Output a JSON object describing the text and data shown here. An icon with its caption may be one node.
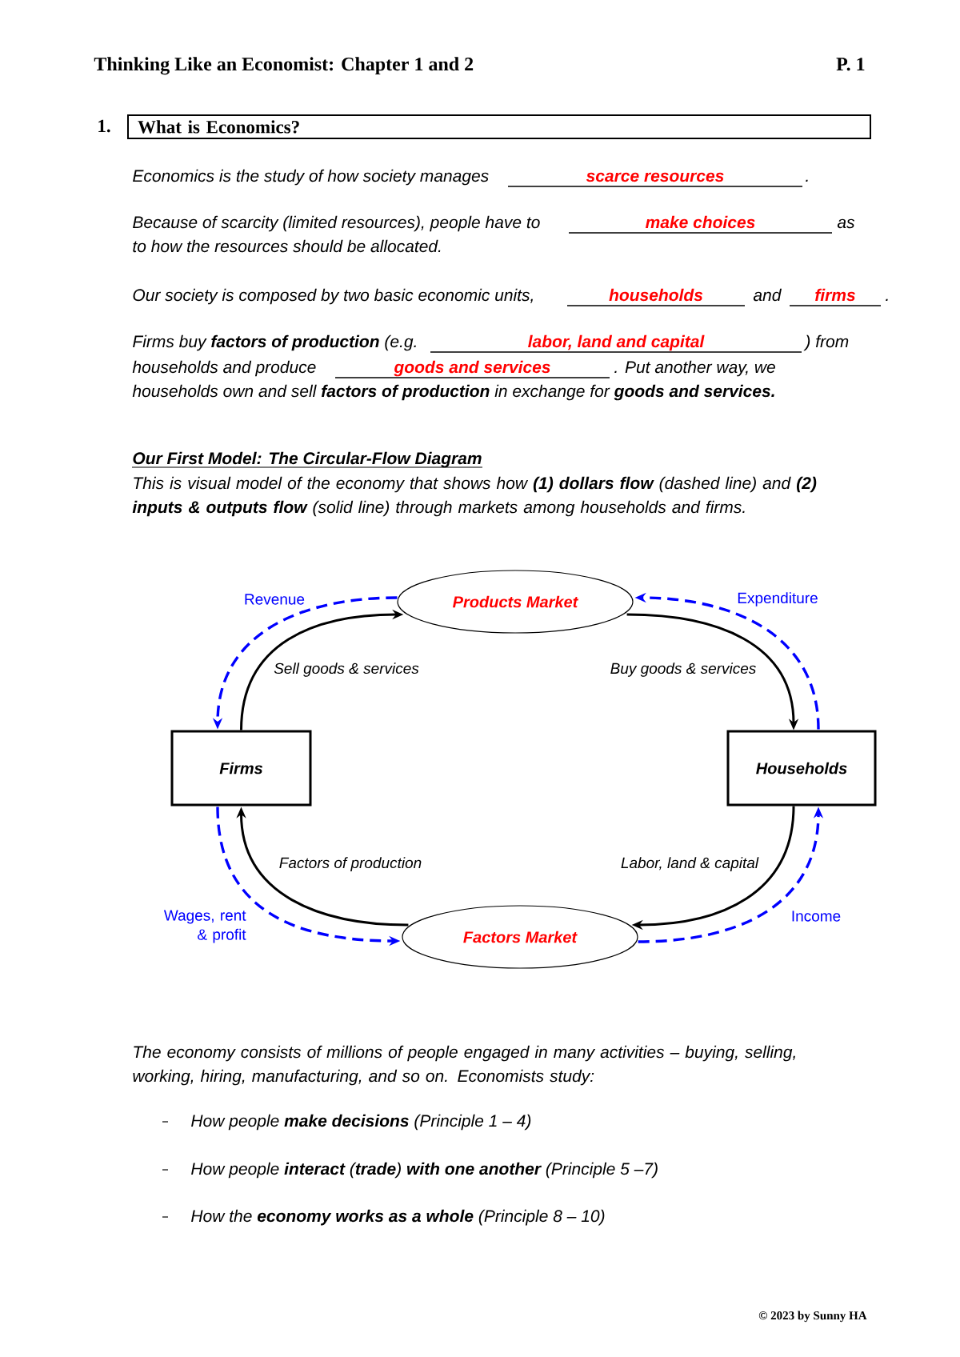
{
  "diagram": {
    "title": "Thinking Like an Economist: Chapter 1 and 2",
    "nodes": [
      {
        "text": [
          "What is Economics?"
        ],
        "beside": [
          "1."
        ]
      },
      {
        "text": [
          "Products Market"
        ]
      },
      {
        "text": [
          "Firms"
        ]
      },
      {
        "text": [
          "Households"
        ]
      },
      {
        "text": [
          "Factors Market"
        ]
      }
    ],
    "edges": [
      {
        "from": 2,
        "to": 1,
        "arrow": "to",
        "label": "Sell goods & services"
      },
      {
        "from": 1,
        "to": 2,
        "arrow": "to",
        "label": "Revenue",
        "style": "dashed",
        "color": "#0000ff"
      },
      {
        "from": 1,
        "to": 3,
        "arrow": "to",
        "label": "Buy goods & services"
      },
      {
        "from": 3,
        "to": 1,
        "arrow": "to",
        "label": "Expenditure",
        "style": "dashed",
        "color": "#0000ff"
      },
      {
        "from": 3,
        "to": 4,
        "arrow": "to",
        "label": "Labor, land & capital"
      },
      {
        "from": 4,
        "to": 3,
        "arrow": "to",
        "label": "Income",
        "style": "dashed",
        "color": "#0000ff"
      },
      {
        "from": 4,
        "to": 2,
        "arrow": "to",
        "label": "Factors of production"
      },
      {
        "from": 2,
        "to": 4,
        "arrow": "to",
        "label": "Wages, rent & profit",
        "style": "dashed",
        "color": "#0000ff"
      }
    ],
    "labels": [
      "P. 1",
      "Economics is the study of how society manages",
      "scarce resources",
      ".",
      "Because of scarcity (limited resources), people have to",
      "make choices",
      "as",
      "to how the resources should be allocated.",
      "Our society is composed by two basic economic units,",
      "households",
      "and",
      "firms",
      ".",
      "Firms buy **factors of production** (e.g.",
      "labor, land and capital",
      ") from",
      "households and produce",
      "goods and services",
      ". Put another way, we",
      "households own and sell **factors of production** in exchange for **goods and services.**",
      "Our First Model: The Circular-Flow Diagram",
      "This is visual model of the economy that shows how **(1) dollars flow** (dashed line) and **(2) inputs & outputs flow** (solid line) through markets among households and firms.",
      "The economy consists of millions of people engaged in many activities – buying, selling, working, hiring, manufacturing, and so on. Economists study:",
      "How people **make decisions** (Principle 1 – 4)",
      "How people **interact** (**trade**) **with one another** (Principle 5 –7)",
      "How the **economy works as a whole** (Principle 8 – 10)",
      "© 2023 by Sunny HA"
    ]
  }
}
